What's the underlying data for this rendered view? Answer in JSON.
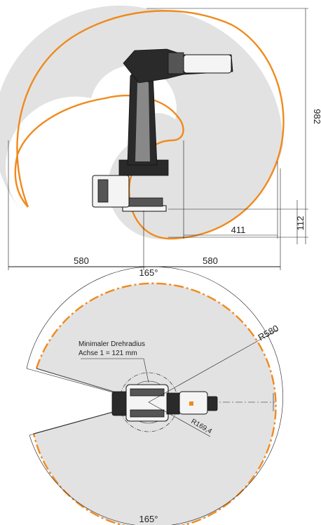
{
  "side_view": {
    "height_label": "982",
    "left_reach_label": "580",
    "right_reach_label": "580",
    "offset_label": "411",
    "base_height_label": "112"
  },
  "top_view": {
    "rotation_top_label": "165°",
    "rotation_bottom_label": "165°",
    "radius_label": "R580",
    "inner_radius_label": "R169,4",
    "min_radius_title": "Minimaler Drehradius",
    "min_radius_value": "Achse 1 = 121 mm"
  },
  "colors": {
    "envelope": "#f08a1d",
    "workspace": "#e2e2e2",
    "lines": "#1a1a1a"
  }
}
